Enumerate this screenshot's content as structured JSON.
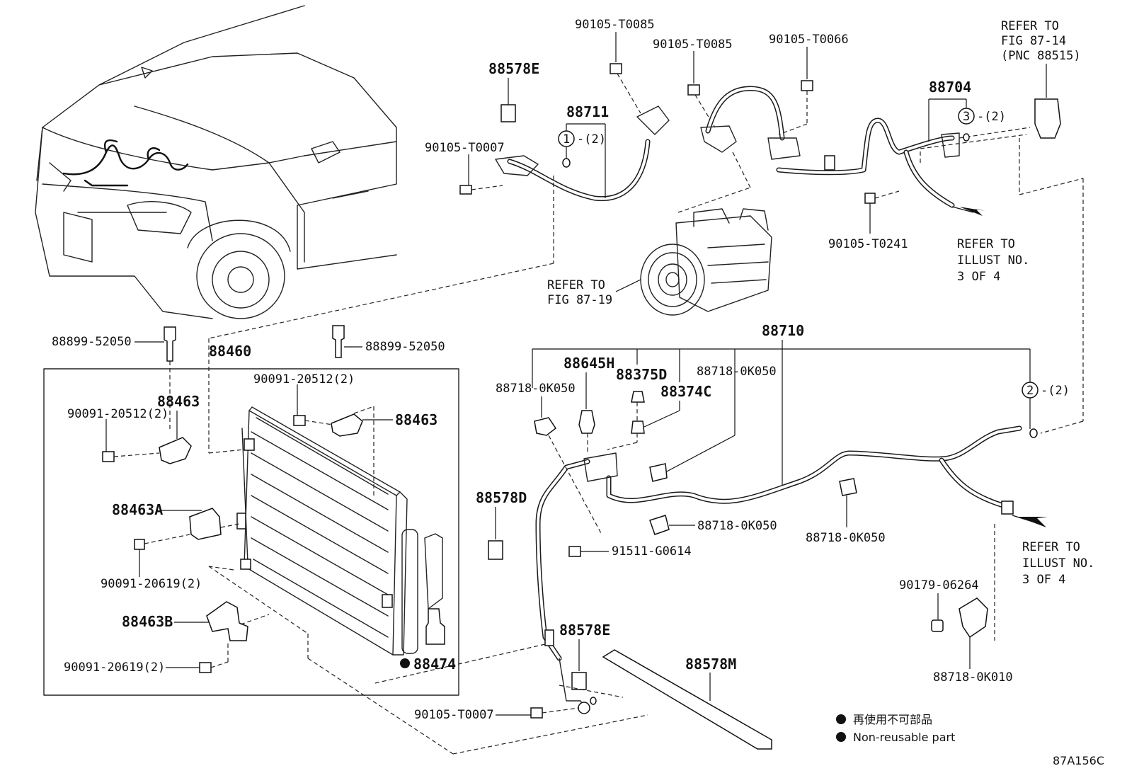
{
  "diagram": {
    "id_code": "87A156C",
    "legend": {
      "jp": "再使用不可部品",
      "en": "Non-reusable part"
    },
    "references": {
      "fig_87_14": [
        "REFER TO",
        "FIG 87-14",
        "(PNC 88515)"
      ],
      "fig_87_19": [
        "REFER TO",
        "FIG 87-19"
      ],
      "illust_top": [
        "REFER TO",
        "ILLUST NO.",
        "3 OF 4"
      ],
      "illust_bottom": [
        "REFER TO",
        "ILLUST NO.",
        "3 OF 4"
      ]
    },
    "callouts": [
      {
        "num": "1",
        "qty": "-(2)"
      },
      {
        "num": "2",
        "qty": "-(2)"
      },
      {
        "num": "3",
        "qty": "-(2)"
      }
    ],
    "parts": {
      "p88578E_top": "88578E",
      "p88711": "88711",
      "p90105_T0007_top": "90105-T0007",
      "p90105_T0085_a": "90105-T0085",
      "p90105_T0085_b": "90105-T0085",
      "p90105_T0066": "90105-T0066",
      "p88704": "88704",
      "p90105_T0241": "90105-T0241",
      "p88710": "88710",
      "p88899_52050_l": "88899-52050",
      "p88899_52050_r": "88899-52050",
      "p88460": "88460",
      "p90091_20512_r": "90091-20512(2)",
      "p88463_l": "88463",
      "p90091_20512_l": "90091-20512(2)",
      "p88463_r": "88463",
      "p88463A": "88463A",
      "p90091_20619_a": "90091-20619(2)",
      "p88463B": "88463B",
      "p90091_20619_b": "90091-20619(2)",
      "p88474": "88474",
      "p88645H": "88645H",
      "p88375D": "88375D",
      "p88374C": "88374C",
      "p88718_0K050_a": "88718-0K050",
      "p88718_0K050_b": "88718-0K050",
      "p88718_0K050_c": "88718-0K050",
      "p88718_0K050_d": "88718-0K050",
      "p88578D": "88578D",
      "p91511_G0614": "91511-G0614",
      "p88578E_bot": "88578E",
      "p90105_T0007_bot": "90105-T0007",
      "p88578M": "88578M",
      "p90179_06264": "90179-06264",
      "p88718_0K010": "88718-0K010"
    }
  }
}
